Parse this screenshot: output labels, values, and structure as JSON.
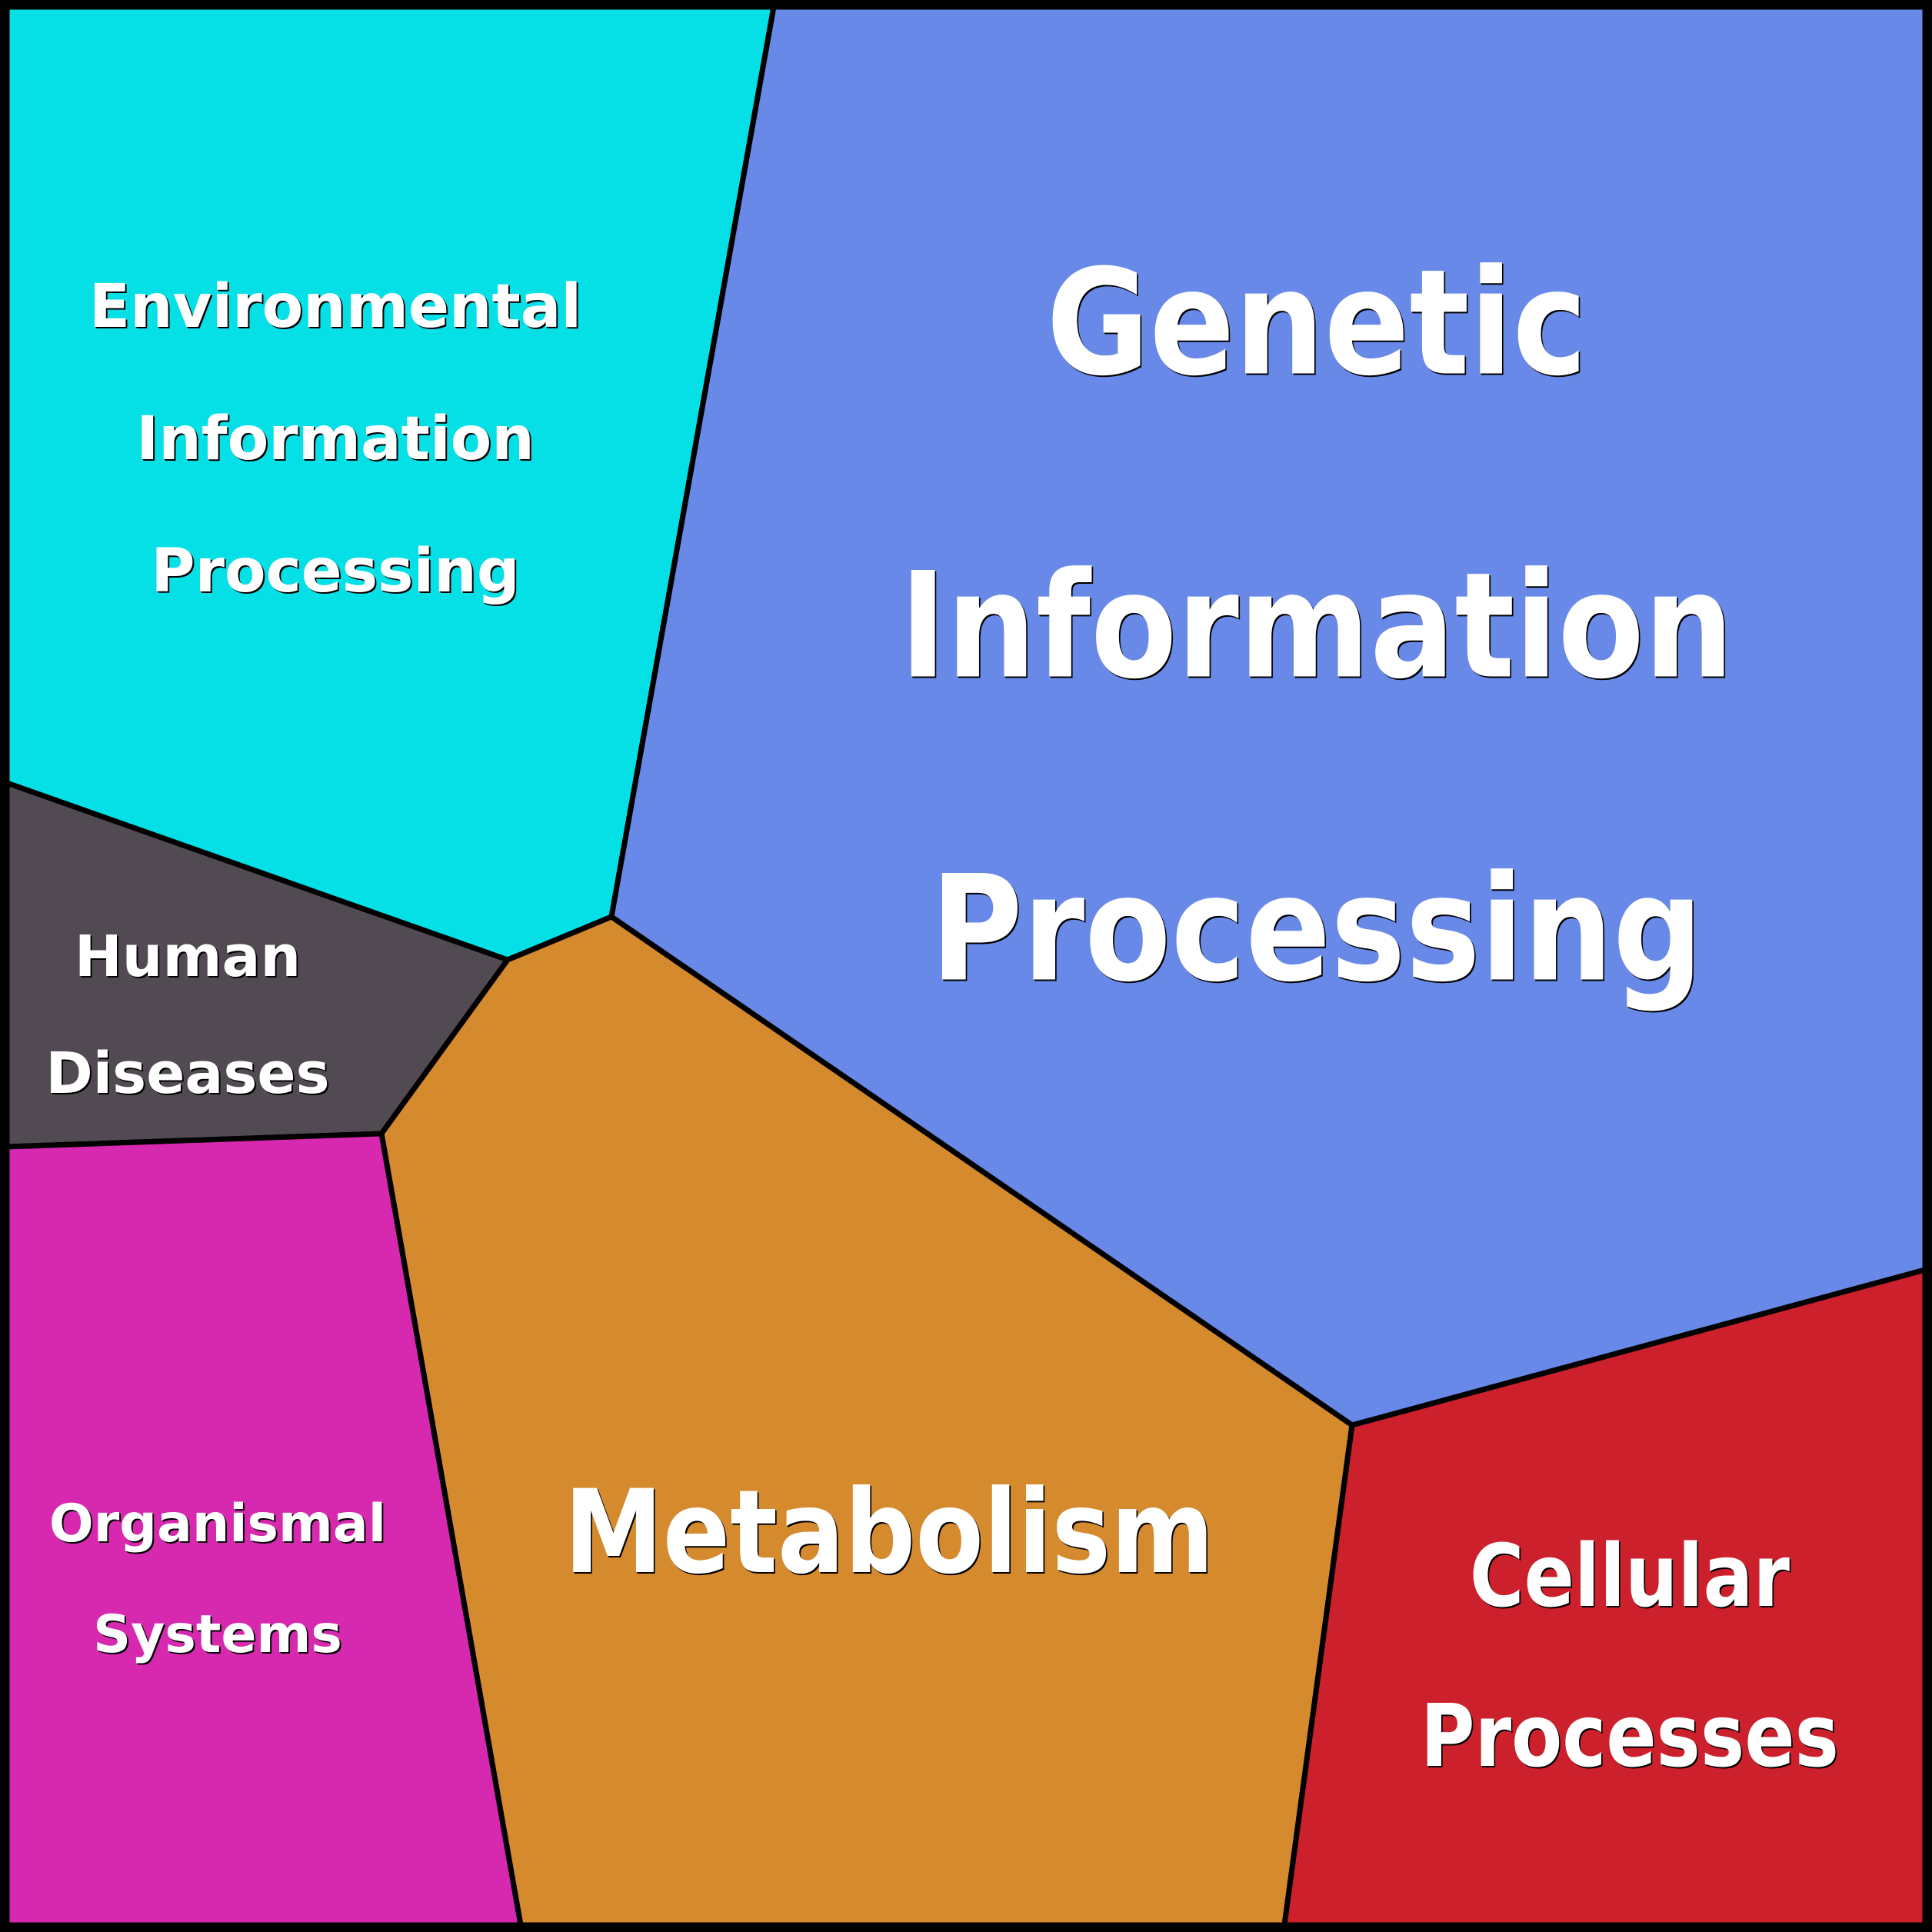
{
  "title": "KEGG Pathway Categories",
  "border_color": "#000000",
  "cells": [
    {
      "id": "environmental-information-processing",
      "lines": [
        "Environmental",
        "Information",
        "Processing"
      ],
      "color": "#05DFE6"
    },
    {
      "id": "genetic-information-processing",
      "lines": [
        "Genetic",
        "Information",
        "Processing"
      ],
      "color": "#6889E8"
    },
    {
      "id": "human-diseases",
      "lines": [
        "Human",
        "Diseases"
      ],
      "color": "#524A52"
    },
    {
      "id": "metabolism",
      "lines": [
        "Metabolism"
      ],
      "color": "#D58A2E"
    },
    {
      "id": "organismal-systems",
      "lines": [
        "Organismal",
        "Systems"
      ],
      "color": "#D729B0"
    },
    {
      "id": "cellular-processes",
      "lines": [
        "Cellular",
        "Processes"
      ],
      "color": "#CD202D"
    }
  ]
}
